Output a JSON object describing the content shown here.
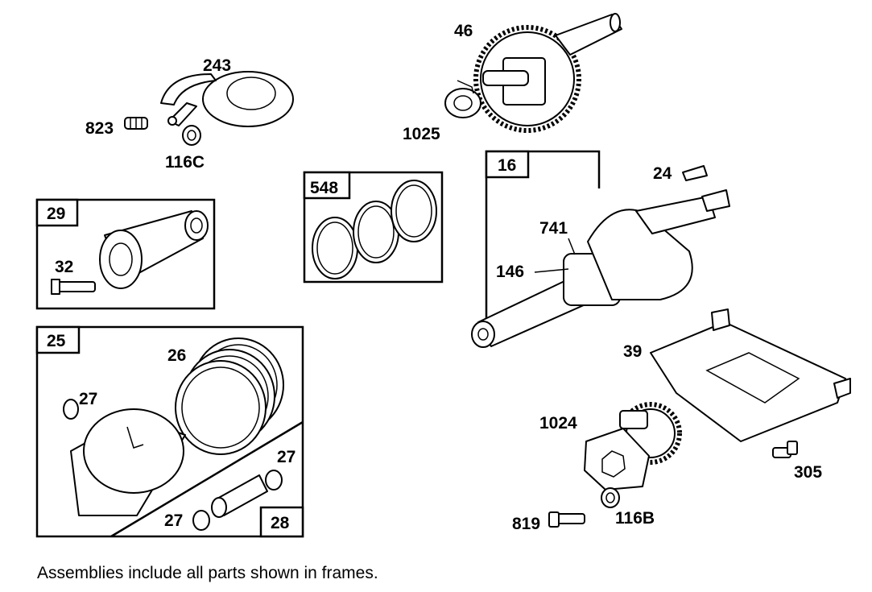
{
  "labels": {
    "p46": "46",
    "p243": "243",
    "p823": "823",
    "p116c": "116C",
    "p1025": "1025",
    "p16": "16",
    "p24": "24",
    "p548": "548",
    "p29": "29",
    "p32": "32",
    "p741": "741",
    "p146": "146",
    "p25": "25",
    "p26": "26",
    "p27a": "27",
    "p27b": "27",
    "p27c": "27",
    "p28": "28",
    "p39": "39",
    "p1024": "1024",
    "p305": "305",
    "p819": "819",
    "p116b": "116B"
  },
  "footnote": "Assemblies include all parts shown in frames."
}
